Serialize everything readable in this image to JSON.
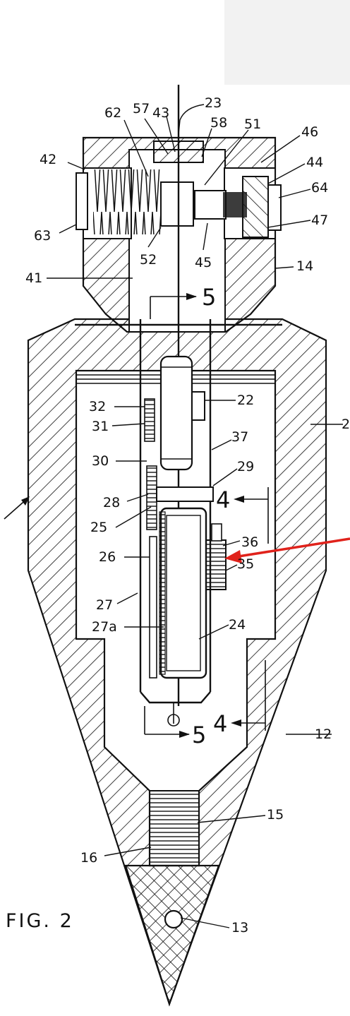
{
  "figure_label": "FIG. 2",
  "section_markers": {
    "upper": "5",
    "right_top": "4",
    "right_bottom": "4",
    "lower": "5"
  },
  "callouts": [
    {
      "key": "c23",
      "text": "23"
    },
    {
      "key": "c57",
      "text": "57"
    },
    {
      "key": "c43",
      "text": "43"
    },
    {
      "key": "c62",
      "text": "62"
    },
    {
      "key": "c58",
      "text": "58"
    },
    {
      "key": "c51",
      "text": "51"
    },
    {
      "key": "c46",
      "text": "46"
    },
    {
      "key": "c42",
      "text": "42"
    },
    {
      "key": "c44",
      "text": "44"
    },
    {
      "key": "c64",
      "text": "64"
    },
    {
      "key": "c63",
      "text": "63"
    },
    {
      "key": "c47",
      "text": "47"
    },
    {
      "key": "c52",
      "text": "52"
    },
    {
      "key": "c45",
      "text": "45"
    },
    {
      "key": "c14",
      "text": "14"
    },
    {
      "key": "c41",
      "text": "41"
    },
    {
      "key": "c32",
      "text": "32"
    },
    {
      "key": "c22",
      "text": "22"
    },
    {
      "key": "c31",
      "text": "31"
    },
    {
      "key": "c2",
      "text": "2"
    },
    {
      "key": "c37",
      "text": "37"
    },
    {
      "key": "c30",
      "text": "30"
    },
    {
      "key": "c29",
      "text": "29"
    },
    {
      "key": "c28",
      "text": "28"
    },
    {
      "key": "c25",
      "text": "25"
    },
    {
      "key": "c36",
      "text": "36"
    },
    {
      "key": "c26",
      "text": "26"
    },
    {
      "key": "c35",
      "text": "35"
    },
    {
      "key": "c27",
      "text": "27"
    },
    {
      "key": "c27a",
      "text": "27a"
    },
    {
      "key": "c24",
      "text": "24"
    },
    {
      "key": "c12",
      "text": "12"
    },
    {
      "key": "c15",
      "text": "15"
    },
    {
      "key": "c16",
      "text": "16"
    },
    {
      "key": "c13",
      "text": "13"
    }
  ],
  "colors": {
    "ink": "#111111",
    "paper": "#ffffff",
    "pointer": "#e0221b",
    "corner_fill": "#f2f2f2"
  }
}
